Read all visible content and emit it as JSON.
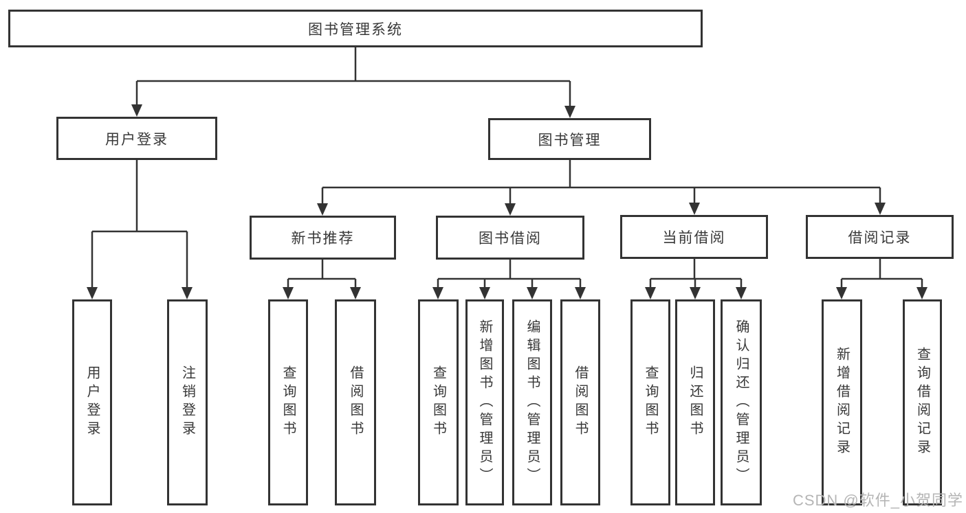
{
  "colors": {
    "line": "#333333",
    "box-fill": "#ffffff",
    "text": "#383838",
    "watermark": "#b5b5b5"
  },
  "watermark": {
    "text": "CSDN @软件_小贺同学"
  },
  "tree": {
    "label": "图书管理系统",
    "children": [
      {
        "label": "用户登录",
        "children": [
          {
            "label": "用户登录"
          },
          {
            "label": "注销登录"
          }
        ]
      },
      {
        "label": "图书管理",
        "children": [
          {
            "label": "新书推荐",
            "children": [
              {
                "label": "查询图书"
              },
              {
                "label": "借阅图书"
              }
            ]
          },
          {
            "label": "图书借阅",
            "children": [
              {
                "label": "查询图书"
              },
              {
                "label": "新增图书（管理员）"
              },
              {
                "label": "编辑图书（管理员）"
              },
              {
                "label": "借阅图书"
              }
            ]
          },
          {
            "label": "当前借阅",
            "children": [
              {
                "label": "查询图书"
              },
              {
                "label": "归还图书"
              },
              {
                "label": "确认归还（管理员）"
              }
            ]
          },
          {
            "label": "借阅记录",
            "children": [
              {
                "label": "新增借阅记录"
              },
              {
                "label": "查询借阅记录"
              }
            ]
          }
        ]
      }
    ]
  }
}
